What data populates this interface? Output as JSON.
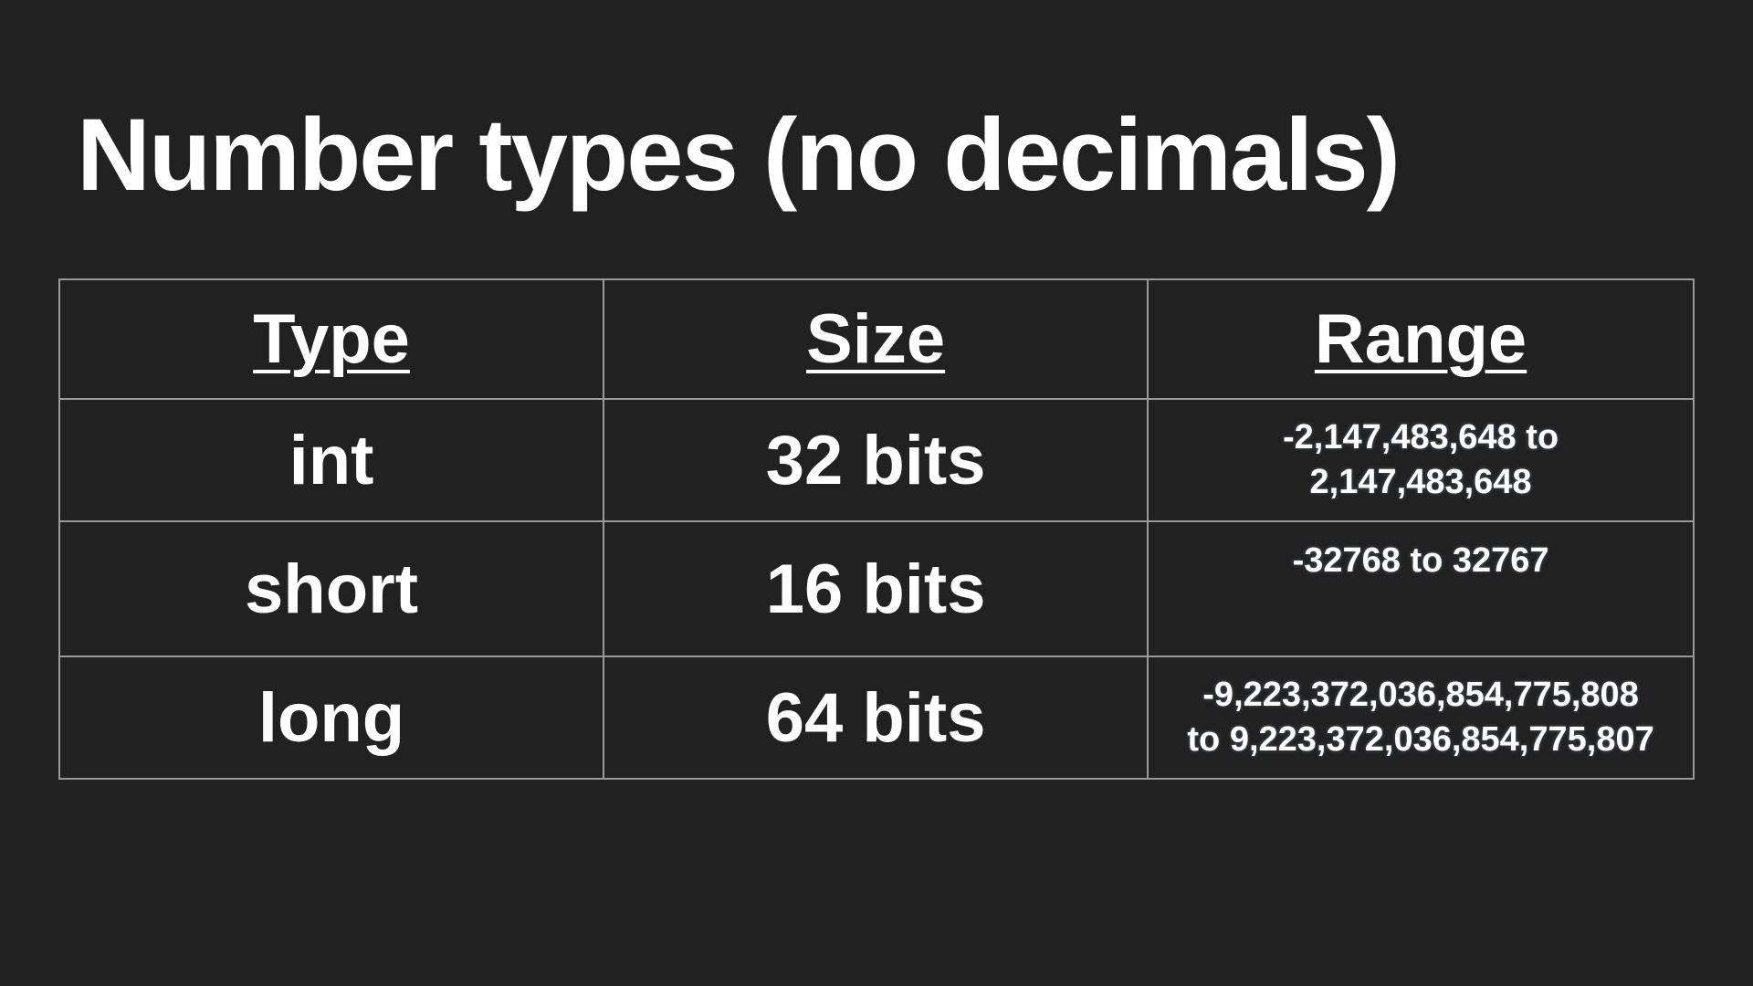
{
  "slide": {
    "title": "Number types (no decimals)"
  },
  "table": {
    "headers": {
      "type": "Type",
      "size": "Size",
      "range": "Range"
    },
    "rows": [
      {
        "type": "int",
        "size": "32 bits",
        "range_line1": "-2,147,483,648 to",
        "range_line2": "2,147,483,648"
      },
      {
        "type": "short",
        "size": "16 bits",
        "range_line1": "-32768 to 32767",
        "range_line2": ""
      },
      {
        "type": "long",
        "size": "64 bits",
        "range_line1": "-9,223,372,036,854,775,808",
        "range_line2": "to 9,223,372,036,854,775,807"
      }
    ]
  },
  "colors": {
    "background": "#212121",
    "text": "#ffffff",
    "border": "#9a9a9a",
    "range_text": "#eef2ff"
  }
}
